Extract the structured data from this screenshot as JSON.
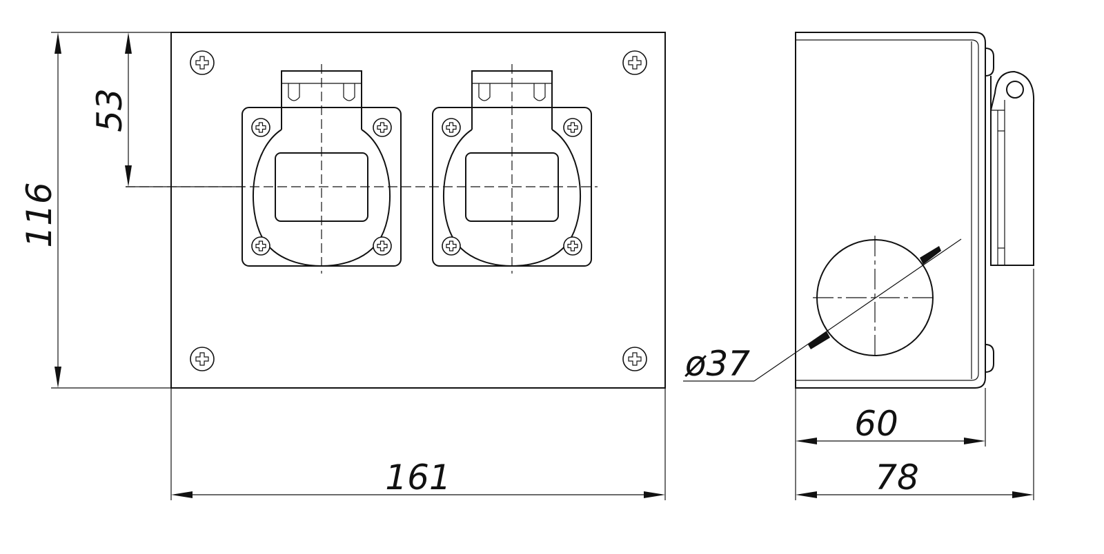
{
  "dimensions": {
    "overall_height": "116",
    "center_height": "53",
    "overall_width": "161",
    "hole_diameter": "ø37",
    "body_depth": "60",
    "overall_depth": "78"
  },
  "views": {
    "front": {
      "socket_count": 2,
      "corner_screws": 4
    },
    "side": {
      "cable_entry_count": 1
    }
  },
  "colors": {
    "line": "#111111",
    "background": "#ffffff"
  }
}
